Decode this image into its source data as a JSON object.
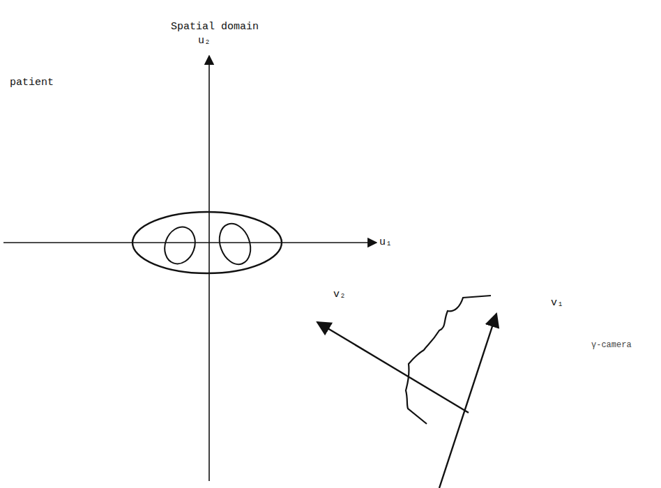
{
  "diagram": {
    "title": "Spatial domain",
    "labels": [
      "u₂",
      "patient",
      "u₁",
      "v₂",
      "v₁",
      "γ-camera"
    ]
  }
}
